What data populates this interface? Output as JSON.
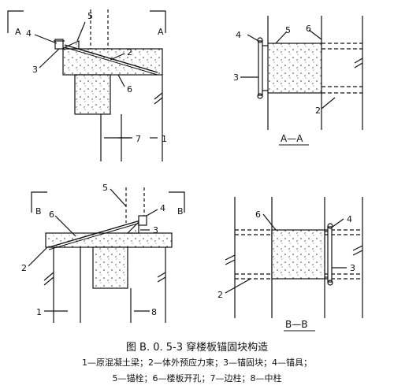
{
  "figure": {
    "title": "图 B. 0. 5-3   穿楼板锚固块构造",
    "legend_line_1": "1—原混凝土梁；2—体外预应力束；3—锚固块；4—锚具；",
    "legend_line_2": "5—锚栓；6—楼板开孔；7—边柱；8—中柱"
  },
  "views": {
    "top_left": {
      "section_marks": [
        "A",
        "A"
      ],
      "labels": [
        "4",
        "5",
        "3",
        "2",
        "6",
        "7",
        "1"
      ]
    },
    "top_right": {
      "section_name": "A—A",
      "labels": [
        "4",
        "5",
        "6",
        "3",
        "2"
      ]
    },
    "bottom_left": {
      "section_marks": [
        "B",
        "B"
      ],
      "labels": [
        "5",
        "4",
        "6",
        "3",
        "2",
        "1",
        "8"
      ]
    },
    "bottom_right": {
      "section_name": "B—B",
      "labels": [
        "6",
        "4",
        "3",
        "2"
      ]
    }
  }
}
